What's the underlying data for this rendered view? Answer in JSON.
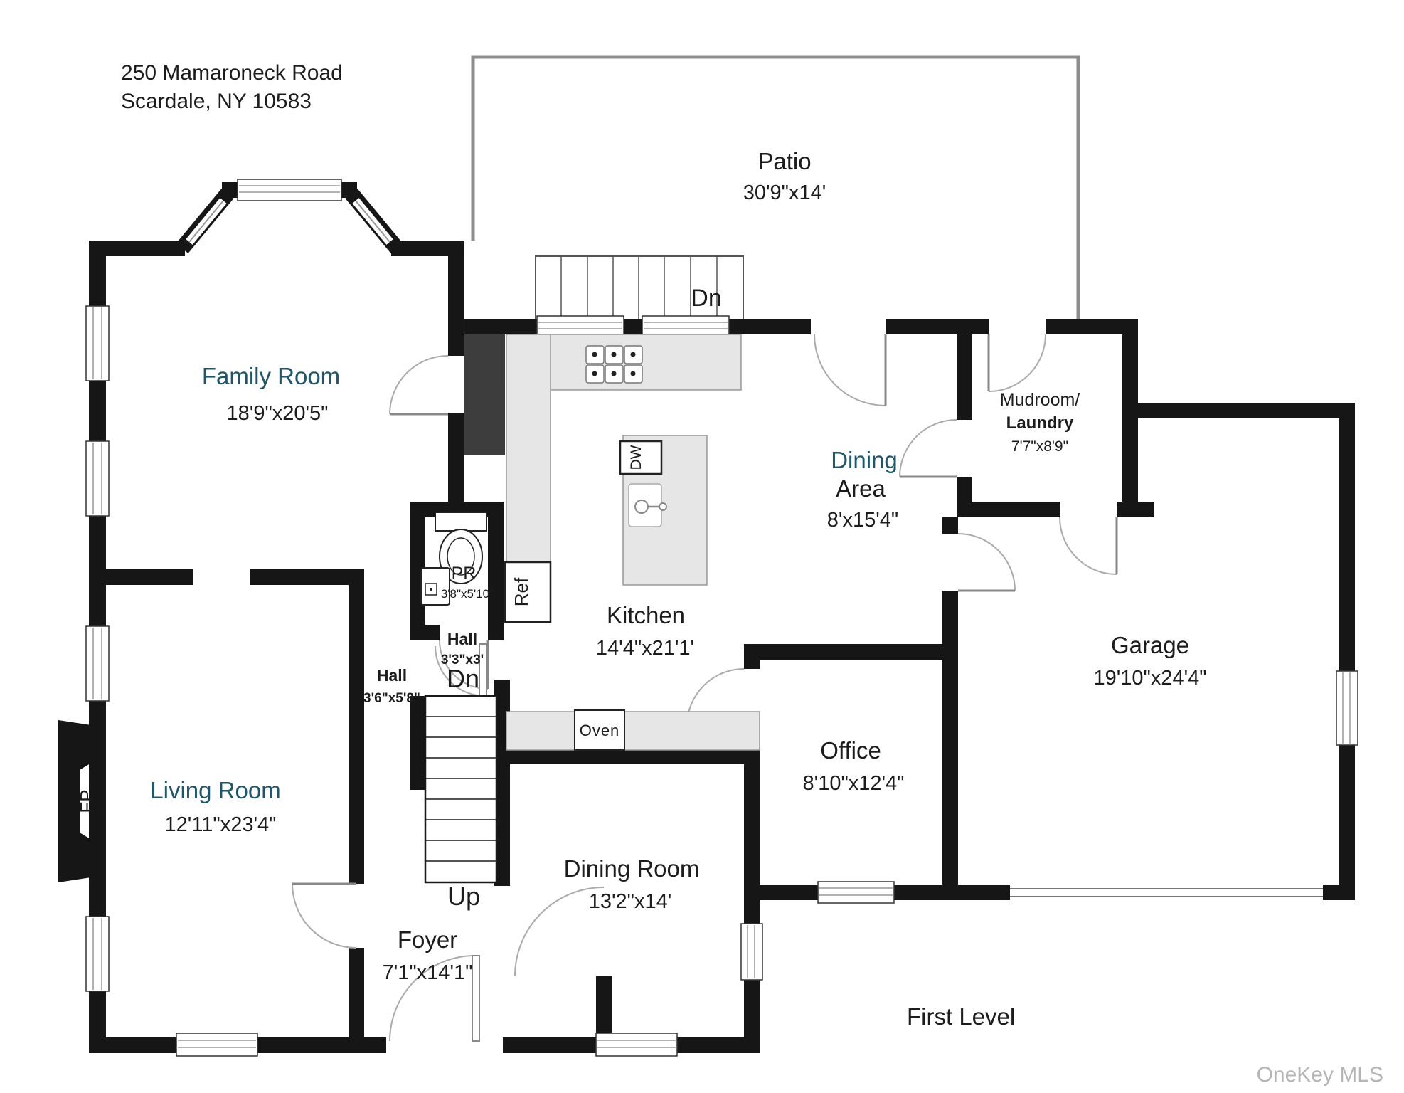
{
  "address": {
    "line1": "250 Mamaroneck Road",
    "line2": "Scardale, NY 10583"
  },
  "footer": {
    "level_label": "First Level",
    "watermark": "OneKey MLS"
  },
  "colors": {
    "room_name_teal": "#20566a",
    "text_black": "#1c1c1c",
    "wall": "#161616",
    "counter_fill": "#e6e6e6",
    "patio_outline": "#8d8d8d",
    "watermark_gray": "#b5b5b5"
  },
  "rooms": {
    "patio": {
      "name": "Patio",
      "dims": "30'9\"x14'"
    },
    "family_room": {
      "name": "Family Room",
      "dims": "18'9\"x20'5\""
    },
    "mudroom": {
      "name_line1": "Mudroom/",
      "name_line2": "Laundry",
      "dims": "7'7\"x8'9\""
    },
    "dining_area": {
      "name_line1": "Dining",
      "name_line2": "Area",
      "dims": "8'x15'4\""
    },
    "kitchen": {
      "name": "Kitchen",
      "dims": "14'4\"x21'1'"
    },
    "powder_room": {
      "name": "PR",
      "dims": "3'8\"x5'10\""
    },
    "hall_small": {
      "name": "Hall",
      "dims": "3'3\"x3'"
    },
    "hall": {
      "name": "Hall",
      "dims": "3'6\"x5'8\""
    },
    "living_room": {
      "name": "Living Room",
      "dims": "12'11\"x23'4\""
    },
    "office": {
      "name": "Office",
      "dims": "8'10\"x12'4\""
    },
    "garage": {
      "name": "Garage",
      "dims": "19'10\"x24'4\""
    },
    "dining_room": {
      "name": "Dining Room",
      "dims": "13'2\"x14'"
    },
    "foyer": {
      "name": "Foyer",
      "dims": "7'1\"x14'1\""
    }
  },
  "annotations": {
    "patio_stairs_down": "Dn",
    "hall_stairs_down": "Dn",
    "stairs_up": "Up",
    "fireplace": "FP",
    "refrigerator": "Ref",
    "dishwasher": "DW",
    "oven": "Oven"
  }
}
